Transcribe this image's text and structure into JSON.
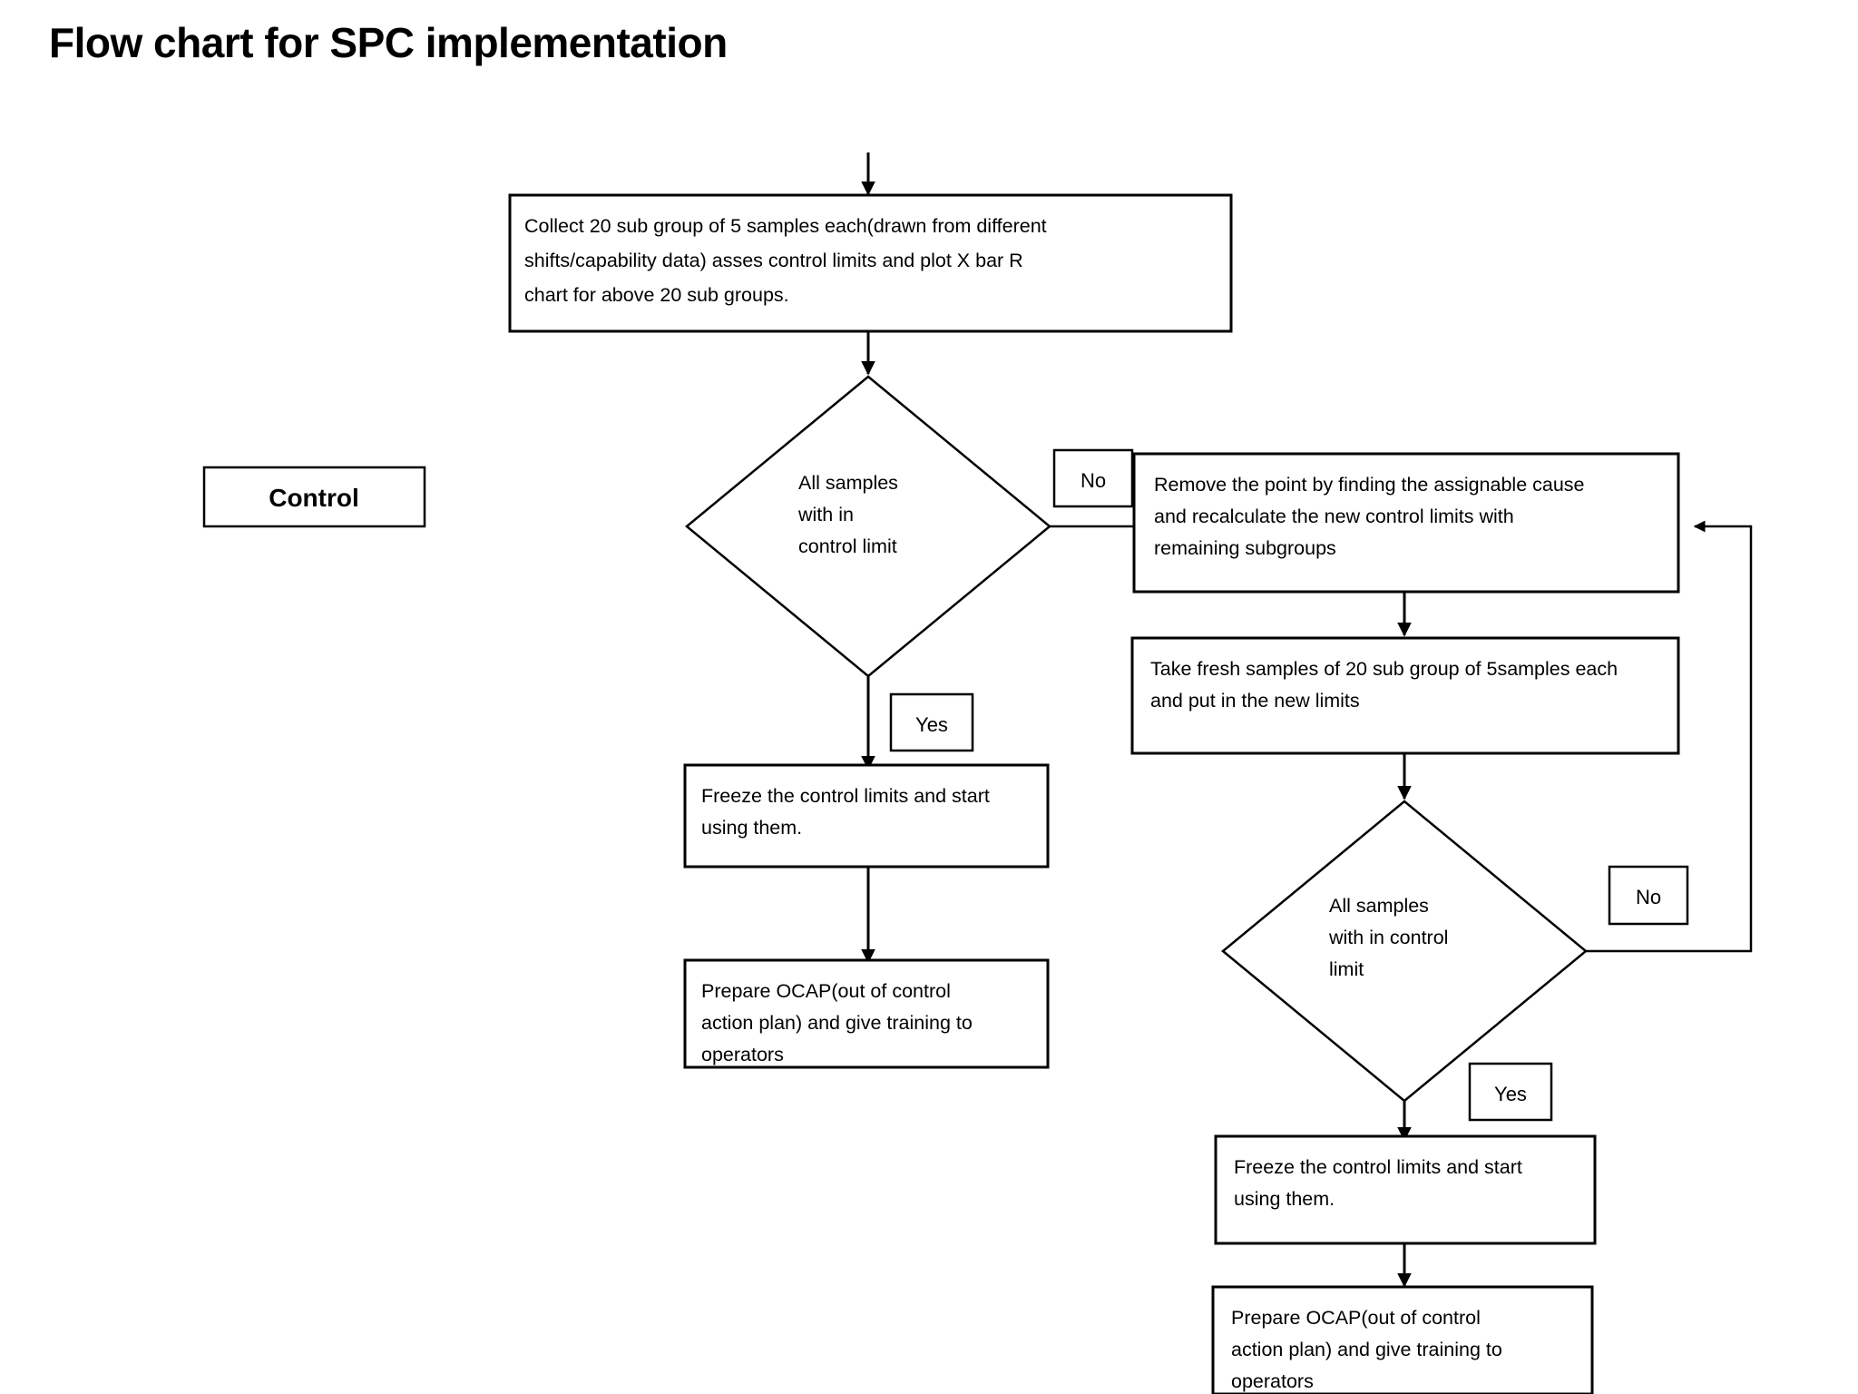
{
  "page": {
    "title": "Flow chart for SPC implementation",
    "background_color": "#ffffff",
    "line_color": "#000000"
  },
  "phase_label": {
    "text": "Control"
  },
  "nodes": {
    "collect": {
      "kind": "process",
      "lines": [
        "Collect  20 sub group of 5 samples each(drawn from different",
        "shifts/capability data) asses control limits and plot X bar R",
        "chart for above 20 sub groups."
      ]
    },
    "decision1": {
      "kind": "decision",
      "lines": [
        "All samples",
        "with in",
        "control limit"
      ]
    },
    "remove_point": {
      "kind": "process",
      "lines": [
        "Remove the point by finding the assignable cause",
        "and recalculate the new control limits with",
        "remaining subgroups"
      ]
    },
    "take_fresh": {
      "kind": "process",
      "lines": [
        "Take fresh samples of 20 sub group of 5samples each",
        "and put in the new limits"
      ]
    },
    "decision2": {
      "kind": "decision",
      "lines": [
        "All samples",
        "with in control",
        "limit"
      ]
    },
    "freeze_left": {
      "kind": "process",
      "lines": [
        "Freeze the control limits and start",
        "using them."
      ]
    },
    "ocap_left": {
      "kind": "process",
      "lines": [
        "Prepare OCAP(out of control",
        "action plan) and give training to",
        "operators"
      ]
    },
    "freeze_right": {
      "kind": "process",
      "lines": [
        "Freeze the control limits and start",
        "using them."
      ]
    },
    "ocap_right": {
      "kind": "process",
      "lines": [
        "Prepare OCAP(out of control",
        "action plan) and give training to",
        "operators"
      ]
    }
  },
  "edge_labels": {
    "no_1": "No",
    "yes_1": "Yes",
    "no_2": "No",
    "yes_2": "Yes"
  }
}
